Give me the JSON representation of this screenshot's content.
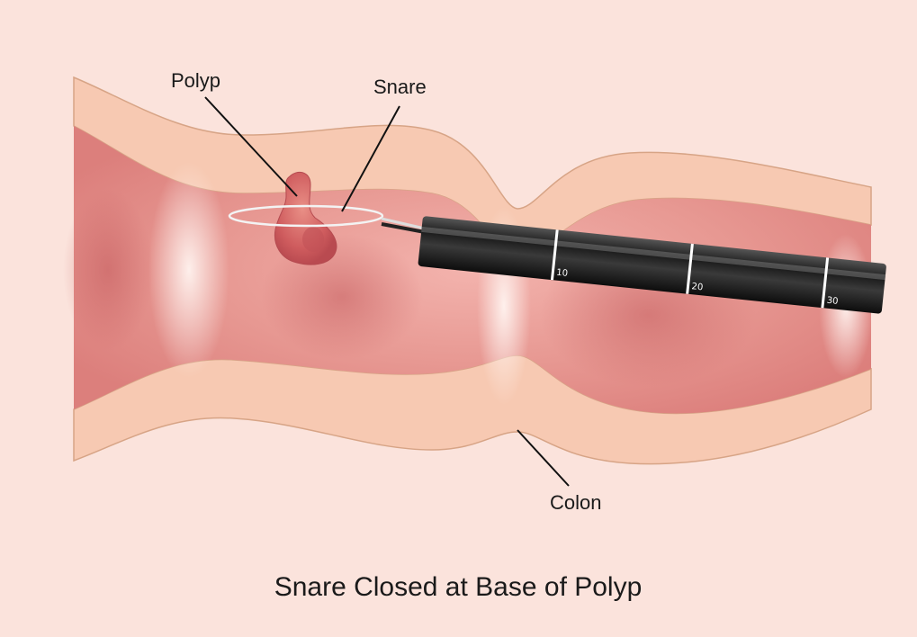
{
  "labels": {
    "polyp": "Polyp",
    "snare": "Snare",
    "colon": "Colon"
  },
  "caption": "Snare Closed at Base of Polyp",
  "scope_markings": [
    "10",
    "20",
    "30"
  ],
  "colors": {
    "background": "#fbe3dc",
    "tissue_outer": "#f6c7b0",
    "tissue_outline": "#d9a58c",
    "lumen": "#e8948f",
    "polyp": "#d56a6a",
    "scope": "#2b2b2b"
  }
}
